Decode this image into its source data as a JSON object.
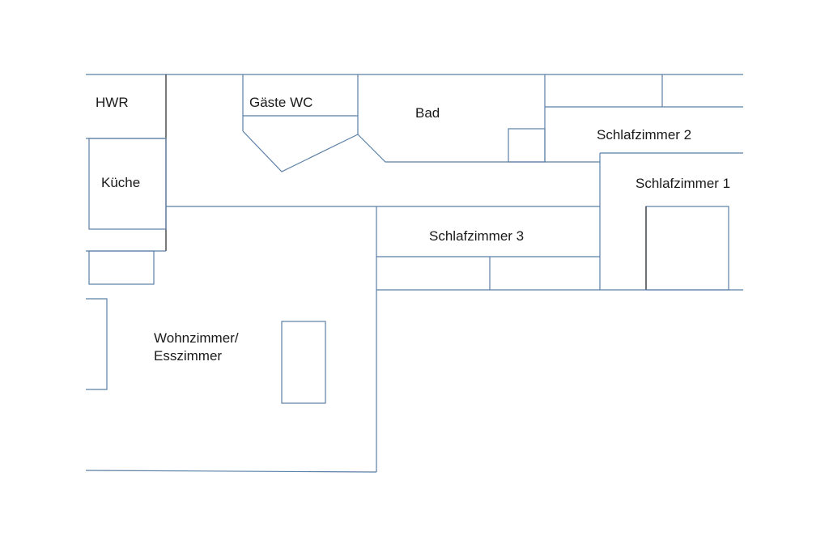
{
  "floorplan": {
    "rooms": {
      "hwr": "HWR",
      "kueche": "Küche",
      "gaeste_wc": "Gäste WC",
      "bad": "Bad",
      "schlafzimmer_2": "Schlafzimmer 2",
      "schlafzimmer_1": "Schlafzimmer 1",
      "schlafzimmer_3": "Schlafzimmer 3",
      "wohnzimmer_line1": "Wohnzimmer/",
      "wohnzimmer_line2": "Esszimmer"
    }
  },
  "colors": {
    "wall": "#5b7fa6",
    "wall_dark": "#333333",
    "background": "#ffffff"
  }
}
